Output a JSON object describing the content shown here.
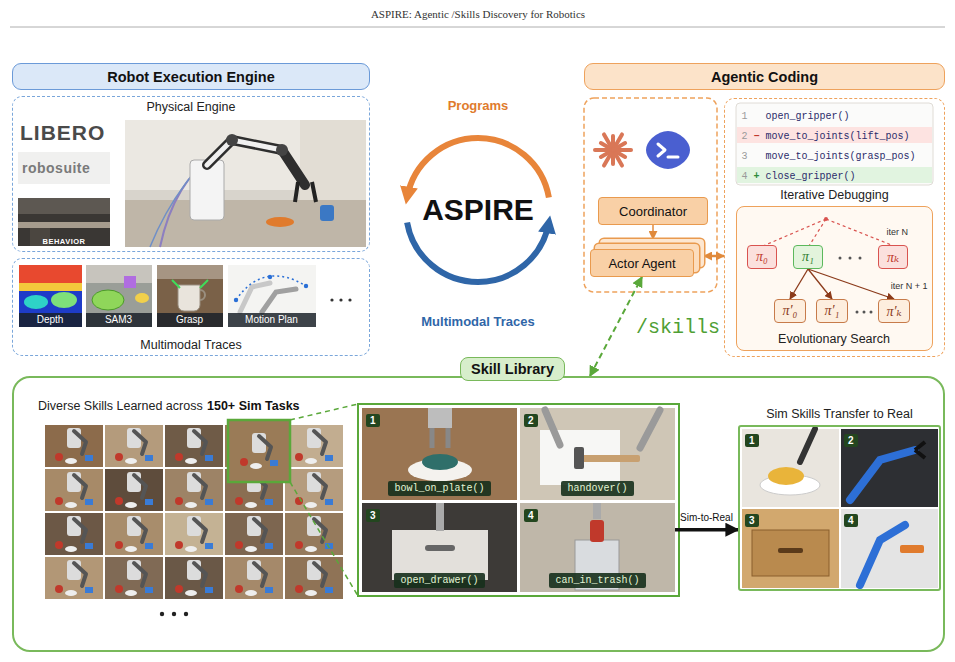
{
  "diagram": {
    "title": "ASPIRE: Agentic /Skills Discovery for Robotics",
    "nodes": [
      {
        "text": [
          "Robot Execution Engine"
        ]
      },
      {
        "text": [
          "Physical Engine"
        ]
      },
      {
        "text": [
          "Multimodal Traces"
        ]
      },
      {
        "text": [
          "Depth"
        ],
        "in": 2
      },
      {
        "text": [
          "SAM3"
        ],
        "in": 2
      },
      {
        "text": [
          "Grasp"
        ],
        "in": 2
      },
      {
        "text": [
          "Motion Plan"
        ],
        "in": 2
      },
      {
        "text": [
          "Agentic Coding"
        ]
      },
      {
        "text": [
          "Coordinator"
        ]
      },
      {
        "text": [
          "Actor Agent"
        ]
      },
      {
        "text": [
          "Iterative Debugging"
        ]
      },
      {
        "text": [
          "1",
          "open_gripper()",
          "2",
          "−",
          "move_to_joints(lift_pos)",
          "3",
          "move_to_joints(grasp_pos)",
          "4",
          "+",
          "close_gripper()"
        ],
        "in": 10
      },
      {
        "text": [
          "Evolutionary Search",
          "iter N",
          "iter N + 1"
        ],
        "in": 10
      },
      {
        "text": [
          "π₀"
        ],
        "in": 12
      },
      {
        "text": [
          "π₁"
        ],
        "in": 12
      },
      {
        "text": [
          "πₖ"
        ],
        "in": 12
      },
      {
        "text": [
          "π′₀"
        ],
        "in": 12
      },
      {
        "text": [
          "π′₁"
        ],
        "in": 12
      },
      {
        "text": [
          "π′ₖ"
        ],
        "in": 12
      },
      {
        "text": [
          "Skill Library"
        ]
      },
      {
        "text": [
          "1",
          "bowl_on_plate()"
        ],
        "in": 19
      },
      {
        "text": [
          "2",
          "handover()"
        ],
        "in": 19
      },
      {
        "text": [
          "3",
          "open_drawer()"
        ],
        "in": 19
      },
      {
        "text": [
          "4",
          "can_in_trash()"
        ],
        "in": 19
      },
      {
        "text": [
          "Sim Skills Transfer to Real"
        ],
        "in": 19
      },
      {
        "text": [
          "1"
        ],
        "in": 24
      },
      {
        "text": [
          "2"
        ],
        "in": 24
      },
      {
        "text": [
          "3"
        ],
        "in": 24
      },
      {
        "text": [
          "4"
        ],
        "in": 24
      }
    ],
    "edges": [
      {
        "from": 8,
        "to": 9,
        "arrow": "to"
      },
      {
        "from": 9,
        "to": 10,
        "arrow": "both"
      },
      {
        "from": 14,
        "to": 16,
        "arrow": "to"
      },
      {
        "from": 14,
        "to": 17,
        "arrow": "to"
      },
      {
        "from": 14,
        "to": 18,
        "arrow": "to"
      },
      {
        "from": 23,
        "to": 24,
        "label": "Sim-to-Real",
        "arrow": "to"
      },
      {
        "from": 19,
        "to": 9,
        "label": "/skills",
        "arrow": "both"
      }
    ],
    "labels": [
      "LIBERO",
      "robosuite",
      "BEHAVIOR",
      "ASPIRE",
      "Programs",
      "Multimodal Traces",
      "Diverse Skills Learned across",
      "150+ Sim Tasks"
    ]
  }
}
